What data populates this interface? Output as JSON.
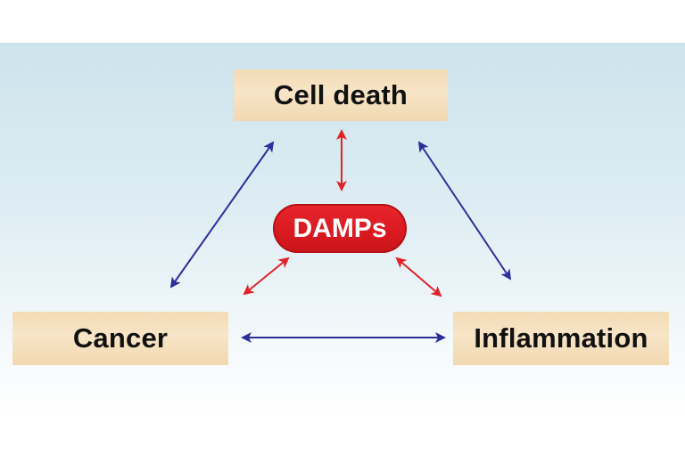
{
  "nodes": {
    "cell_death": "Cell death",
    "cancer": "Cancer",
    "inflammation": "Inflammation",
    "damps": "DAMPs"
  },
  "colors": {
    "outer_arrow": "#2b2f9c",
    "inner_arrow": "#e0232a",
    "box_fill": "#f5e1bf",
    "damps_fill": "#dc1f25",
    "background_top": "#cde3ec"
  },
  "edges": [
    {
      "from": "Cell death",
      "to": "Cancer",
      "type": "bidirectional",
      "color": "blue"
    },
    {
      "from": "Cell death",
      "to": "Inflammation",
      "type": "bidirectional",
      "color": "blue"
    },
    {
      "from": "Cancer",
      "to": "Inflammation",
      "type": "bidirectional",
      "color": "blue"
    },
    {
      "from": "DAMPs",
      "to": "Cell death",
      "type": "bidirectional",
      "color": "red"
    },
    {
      "from": "DAMPs",
      "to": "Cancer",
      "type": "bidirectional",
      "color": "red"
    },
    {
      "from": "DAMPs",
      "to": "Inflammation",
      "type": "bidirectional",
      "color": "red"
    }
  ]
}
